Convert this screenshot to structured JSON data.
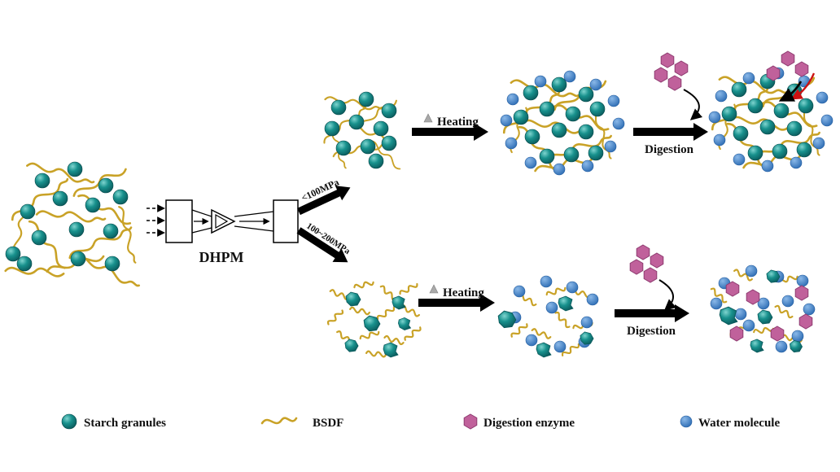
{
  "labels": {
    "device": "DHPM",
    "branch_top": "<100MPa",
    "branch_bottom": "100~200MPa",
    "heating_top": "Heating",
    "heating_bottom": "Heating",
    "digestion_top": "Digestion",
    "digestion_bottom": "Digestion"
  },
  "legend": {
    "items": [
      {
        "icon": "starch-granule-icon",
        "label": "Starch granules"
      },
      {
        "icon": "bsdf-fiber-icon",
        "label": "BSDF"
      },
      {
        "icon": "digestion-enzyme-icon",
        "label": "Digestion enzyme"
      },
      {
        "icon": "water-molecule-icon",
        "label": "Water molecule"
      }
    ]
  },
  "colors": {
    "starch_granule": "#14888a",
    "bsdf_fiber": "#c9a227",
    "digestion_enzyme": "#c0619b",
    "water_molecule": "#3373bb",
    "arrow": "#000000",
    "heating_triangle": "#a9a9a9",
    "enzyme_attack_arrow": "#cc1111"
  }
}
